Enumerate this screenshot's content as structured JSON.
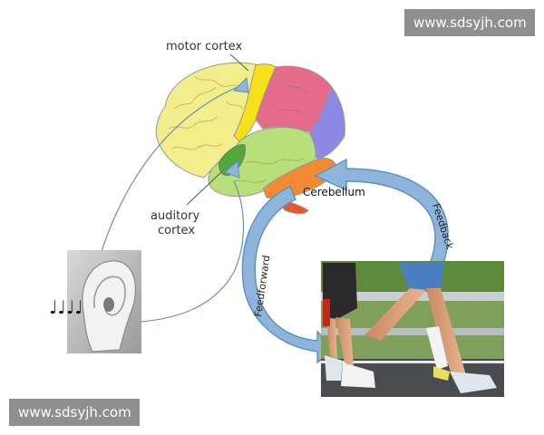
{
  "watermarks": {
    "top": "www.sdsyjh.com",
    "bottom": "www.sdsyjh.com"
  },
  "labels": {
    "motor_cortex": "motor cortex",
    "auditory_line1": "auditory",
    "auditory_line2": "cortex",
    "cerebellum": "Cerebellum",
    "feedforward": "Feedforward",
    "feedback": "Feedback",
    "notes": "♩♩♩♩"
  },
  "colors": {
    "arrow_fill": "#8fb4d9",
    "arrow_stroke": "#5b8fc7",
    "thin_line": "#6c8fb5",
    "frontal_lobe": "#f3ee8c",
    "motor_strip": "#f7e21a",
    "parietal_lobe": "#e46c8a",
    "occipital_lobe": "#8d88e2",
    "temporal_lobe": "#b8e07a",
    "auditory_area": "#52a83a",
    "cerebellum": "#f28a34",
    "brainstem": "#e55a2a"
  },
  "icons": {
    "ear": "ear-photo",
    "runners": "runners-photo"
  }
}
